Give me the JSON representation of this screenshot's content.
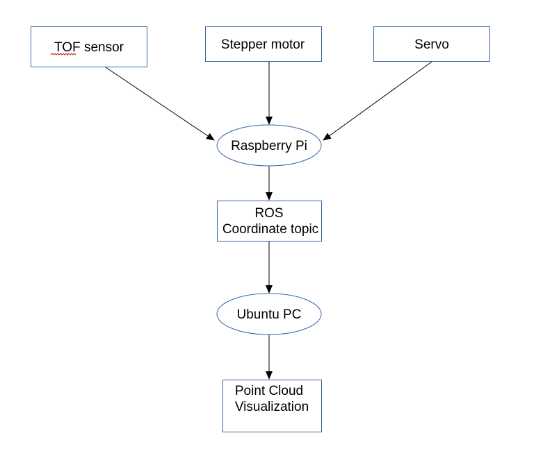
{
  "nodes": {
    "tof": {
      "label": "TOF sensor"
    },
    "stepper": {
      "label": "Stepper motor"
    },
    "servo": {
      "label": "Servo"
    },
    "raspberry": {
      "label": "Raspberry Pi"
    },
    "ros": {
      "line1": "ROS",
      "line2": "Coordinate topic"
    },
    "ubuntu": {
      "label": "Ubuntu PC"
    },
    "pointcloud": {
      "line1": "Point Cloud",
      "line2": "Visualization"
    }
  },
  "colors": {
    "node_border": "#3465a4",
    "arrow": "#000000",
    "text": "#000000",
    "spellcheck_underline": "#c9211e"
  }
}
